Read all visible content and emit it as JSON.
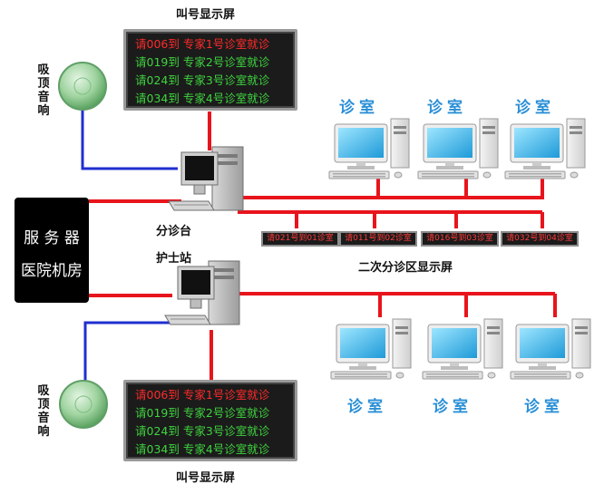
{
  "server": {
    "line1": "服 务 器",
    "line2": "医院机房"
  },
  "triage": {
    "desk_label": "分诊台",
    "station_label": "护士站",
    "secondary_display_label": "二次分诊区显示屏"
  },
  "top_display": {
    "label": "叫号显示屏",
    "lines": [
      {
        "text": "请006到  专家1号诊室就诊",
        "color": "red"
      },
      {
        "text": "请019到  专家2号诊室就诊",
        "color": "green"
      },
      {
        "text": "请024到  专家3号诊室就诊",
        "color": "green"
      },
      {
        "text": "请034到  专家4号诊室就诊",
        "color": "green"
      }
    ]
  },
  "bottom_display": {
    "label": "叫号显示屏",
    "lines": [
      {
        "text": "请006到  专家1号诊室就诊",
        "color": "red"
      },
      {
        "text": "请019到  专家2号诊室就诊",
        "color": "green"
      },
      {
        "text": "请024到  专家3号诊室就诊",
        "color": "green"
      },
      {
        "text": "请034到  专家4号诊室就诊",
        "color": "green"
      }
    ]
  },
  "small_displays": [
    "请021号到01诊室",
    "请011号到02诊室",
    "请016号到03诊室",
    "请032号到04诊室"
  ],
  "speakers": {
    "top_label": "吸顶音响",
    "bottom_label": "吸顶音响"
  },
  "rooms": {
    "top": [
      "诊室",
      "诊室",
      "诊室"
    ],
    "bottom": [
      "诊室",
      "诊室",
      "诊室"
    ]
  },
  "colors": {
    "red_line": "#e8141c",
    "blue_line": "#1f2fd0",
    "led_red": "#ff2a2a",
    "led_green": "#3fd33f",
    "room_text": "#2a8fd6"
  }
}
